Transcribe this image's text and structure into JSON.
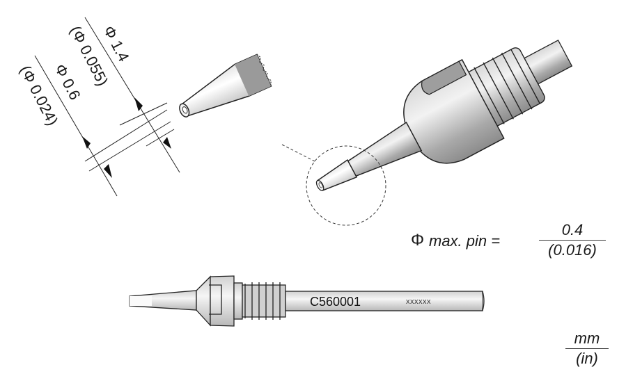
{
  "diagram": {
    "subject": "desoldering nozzle tip",
    "tip_dimensions": {
      "outer": {
        "mm": "Φ 1.4",
        "in": "(Φ 0.055)"
      },
      "inner": {
        "mm": "Φ 0.6",
        "in": "(Φ 0.024)"
      }
    },
    "max_pin": {
      "symbol": "Φ",
      "label": "max. pin =",
      "mm": "0.4",
      "in": "(0.016)"
    },
    "side_view": {
      "part_number": "C560001",
      "batch_code": "xxxxxx"
    },
    "units": {
      "primary": "mm",
      "secondary": "(in)"
    },
    "colors": {
      "line": "#222222",
      "body_light": "#eeeeee",
      "body_mid": "#bdbdbd",
      "body_dark": "#8a8a8a",
      "background": "#ffffff"
    }
  }
}
